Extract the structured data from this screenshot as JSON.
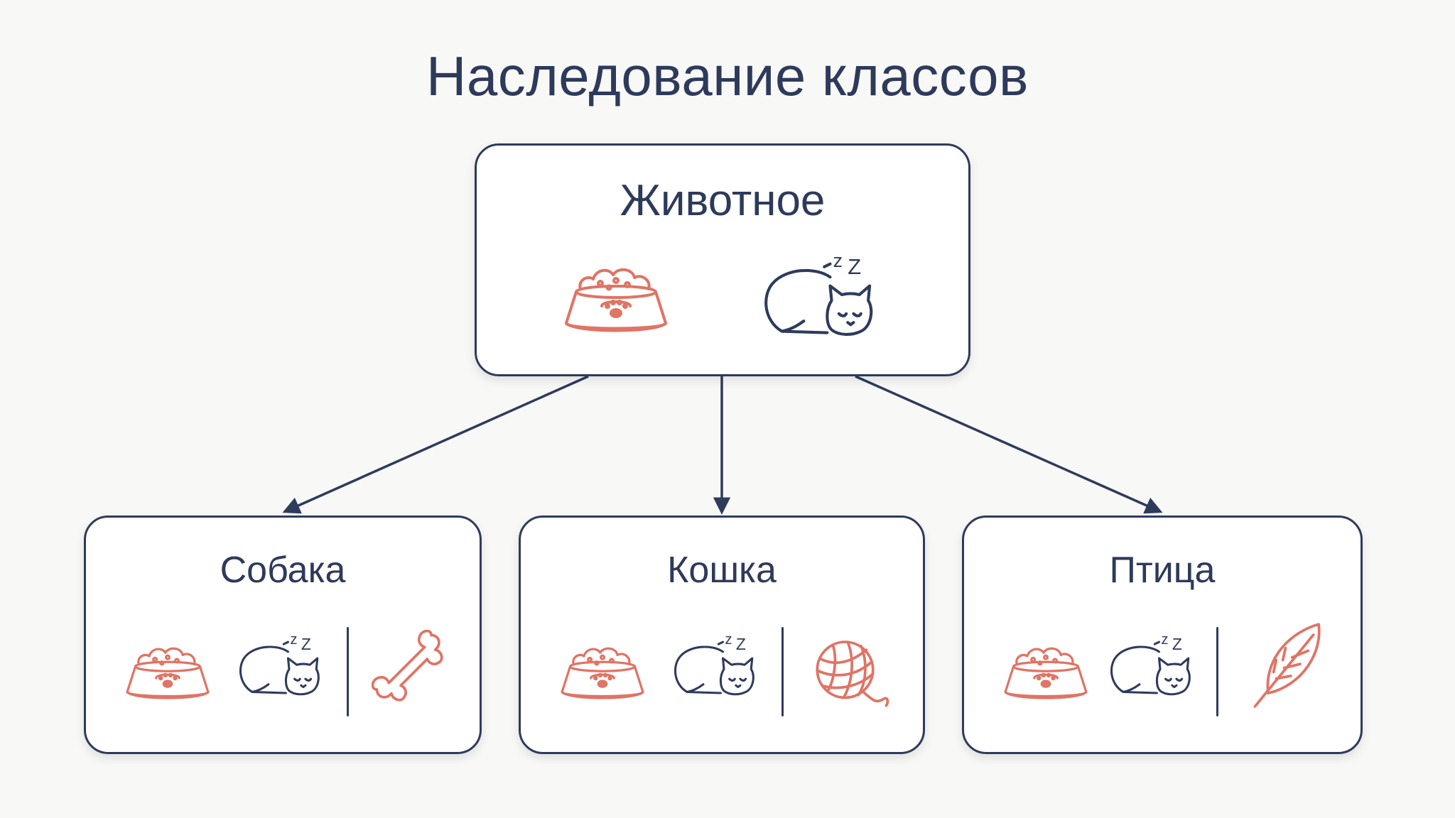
{
  "title": "Наследование классов",
  "colors": {
    "accent": "#e07465",
    "ink": "#2f3b5b",
    "background": "#f8f8f7"
  },
  "parent": {
    "label": "Животное",
    "icons": [
      "food-bowl-icon",
      "sleeping-cat-icon"
    ]
  },
  "children": [
    {
      "label": "Собака",
      "icons": [
        "food-bowl-icon",
        "sleeping-cat-icon"
      ],
      "special_icon": "bone-icon"
    },
    {
      "label": "Кошка",
      "icons": [
        "food-bowl-icon",
        "sleeping-cat-icon"
      ],
      "special_icon": "yarn-ball-icon"
    },
    {
      "label": "Птица",
      "icons": [
        "food-bowl-icon",
        "sleeping-cat-icon"
      ],
      "special_icon": "feather-icon"
    }
  ],
  "sleep_text": "zZ"
}
